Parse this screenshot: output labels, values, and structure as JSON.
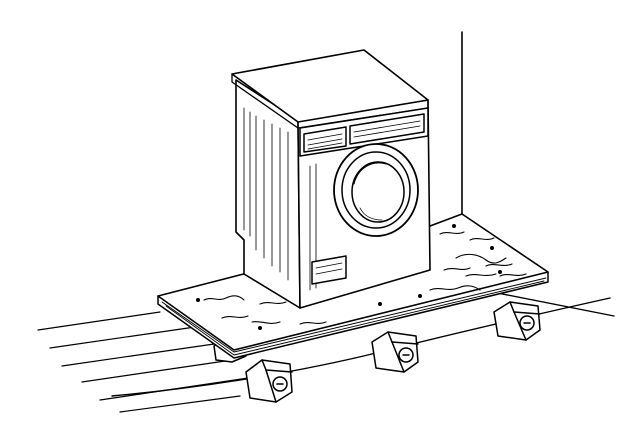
{
  "illustration": {
    "subject": "washing-machine-on-wooden-platform",
    "parts": [
      "washing-machine",
      "wooden-board",
      "support-blocks",
      "floor-planks",
      "room-corner"
    ],
    "support_block_count": 4,
    "colors": {
      "background": "#ffffff",
      "line": "#000000"
    }
  }
}
